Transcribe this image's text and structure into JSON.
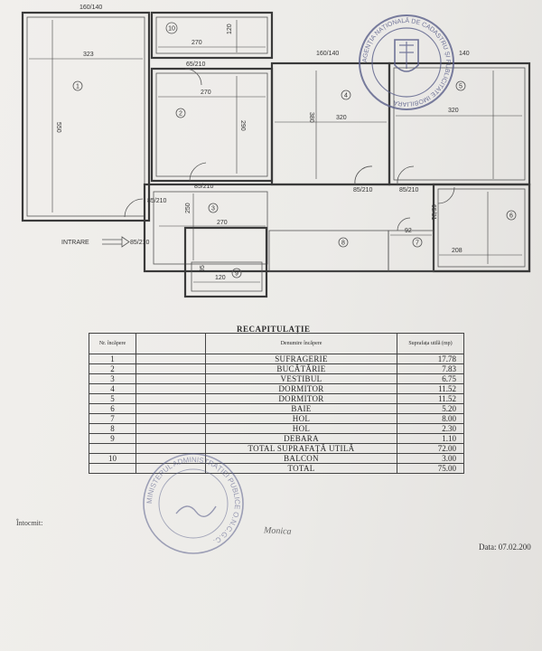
{
  "plan": {
    "rooms": [
      {
        "label": "1"
      },
      {
        "label": "2"
      },
      {
        "label": "3"
      },
      {
        "label": "4"
      },
      {
        "label": "5"
      },
      {
        "label": "6"
      },
      {
        "label": "7"
      },
      {
        "label": "8"
      },
      {
        "label": "9"
      },
      {
        "label": "10"
      }
    ],
    "dims": {
      "d160_140_top": "160/140",
      "d323": "323",
      "d550": "550",
      "d270_balcony": "270",
      "d120_balcony": "120",
      "d65_210": "65/210",
      "d270_kitchen": "270",
      "d290": "290",
      "d160_140_mid": "160/140",
      "d140": "140",
      "d380": "380",
      "d320_room4": "320",
      "d320_room5": "320",
      "d85_210_a": "85/210",
      "d85_210_b": "85/210",
      "d85_210_c": "85/210",
      "d85_210_d": "85/210",
      "d85_210_entry": "85/210",
      "d250": "250",
      "d270_hall": "270",
      "d92": "92",
      "d65_21": "65/21",
      "d208": "208",
      "d120_storage": "120",
      "d95": "95"
    },
    "entry_label": "INTRARE"
  },
  "recap": {
    "title": "RECAPITULAȚIE",
    "headers": {
      "nr": "Nr. încăpere",
      "name": "Denumire încăpere",
      "area": "Suprafața utilă (mp)"
    },
    "rows": [
      {
        "nr": "1",
        "name": "SUFRAGERIE",
        "area": "17.78"
      },
      {
        "nr": "2",
        "name": "BUCĂTĂRIE",
        "area": "7.83"
      },
      {
        "nr": "3",
        "name": "VESTIBUL",
        "area": "6.75"
      },
      {
        "nr": "4",
        "name": "DORMITOR",
        "area": "11.52"
      },
      {
        "nr": "5",
        "name": "DORMITOR",
        "area": "11.52"
      },
      {
        "nr": "6",
        "name": "BAIE",
        "area": "5.20"
      },
      {
        "nr": "7",
        "name": "HOL",
        "area": "8.00"
      },
      {
        "nr": "8",
        "name": "HOL",
        "area": "2.30"
      },
      {
        "nr": "9",
        "name": "DEBARA",
        "area": "1.10"
      },
      {
        "nr": "",
        "name": "TOTAL SUPRAFAȚĂ UTILĂ",
        "area": "72.00"
      },
      {
        "nr": "10",
        "name": "BALCON",
        "area": "3.00"
      },
      {
        "nr": "",
        "name": "TOTAL",
        "area": "75.00"
      }
    ]
  },
  "footer": {
    "prepared_by": "Întocmit:",
    "signature": "Monica",
    "date": "Data: 07.02.200"
  },
  "stamps": {
    "top_text": "AGENȚIA NAȚIONALĂ DE CADASTRU ȘI PUBLICITATE IMOBILIARĂ",
    "bottom_text": "MINISTERUL ADMINISTRAȚIEI PUBLICE O.N.C.G.C."
  },
  "colors": {
    "stamp_ink": "#5a5f8a",
    "line_ink": "#3a3a3a"
  }
}
